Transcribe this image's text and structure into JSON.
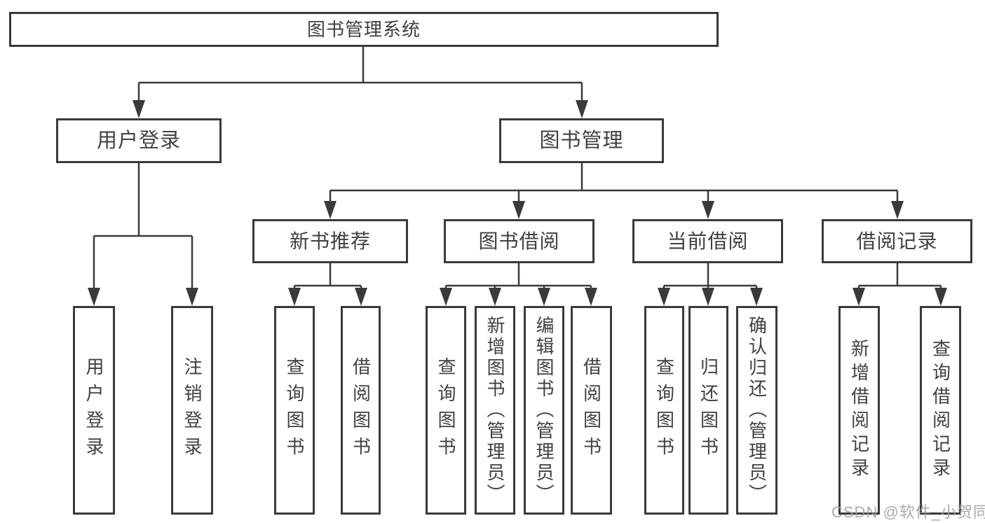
{
  "colors": {
    "line": "#3a3a3a",
    "text": "#404040",
    "box_background": "#ffffff",
    "watermark": "#9e9e9e"
  },
  "watermark": {
    "text": "CSDN @软件_小贺同学"
  },
  "tree": {
    "label": "图书管理系统",
    "children": [
      {
        "label": "用户登录",
        "children": [
          {
            "label": "用户登录"
          },
          {
            "label": "注销登录"
          }
        ]
      },
      {
        "label": "图书管理",
        "children": [
          {
            "label": "新书推荐",
            "children": [
              {
                "label": "查询图书"
              },
              {
                "label": "借阅图书"
              }
            ]
          },
          {
            "label": "图书借阅",
            "children": [
              {
                "label": "查询图书"
              },
              {
                "label": "新增图书（管理员）"
              },
              {
                "label": "编辑图书（管理员）"
              },
              {
                "label": "借阅图书"
              }
            ]
          },
          {
            "label": "当前借阅",
            "children": [
              {
                "label": "查询图书"
              },
              {
                "label": "归还图书"
              },
              {
                "label": "确认归还（管理员）"
              }
            ]
          },
          {
            "label": "借阅记录",
            "children": [
              {
                "label": "新增借阅记录"
              },
              {
                "label": "查询借阅记录"
              }
            ]
          }
        ]
      }
    ]
  }
}
